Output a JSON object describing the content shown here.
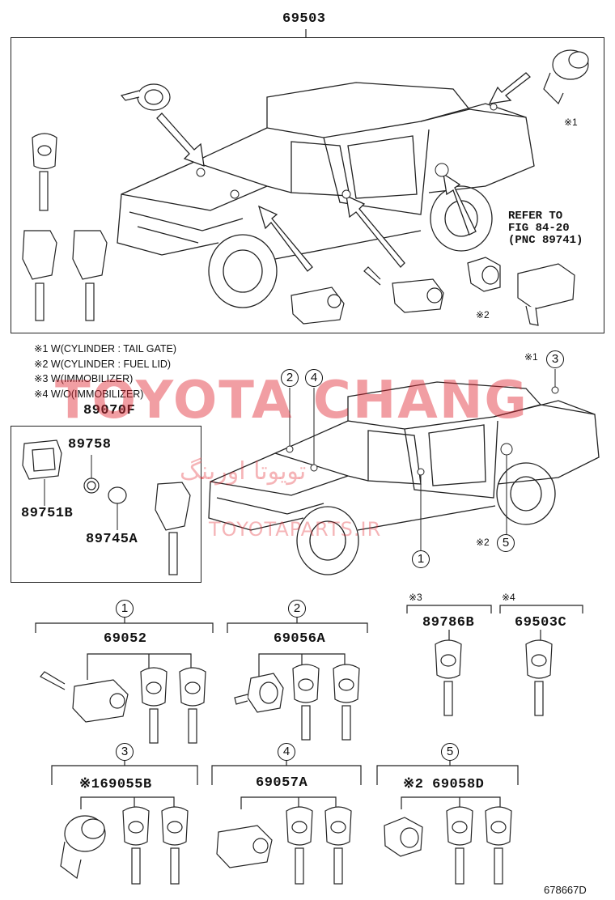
{
  "diagram": {
    "top_part": "69503",
    "refer": {
      "line1": "REFER TO",
      "line2": "FIG 84-20",
      "line3": "(PNC 89741)"
    },
    "mark1": "※1",
    "mark2": "※2",
    "notes": [
      "※1 W(CYLINDER : TAIL GATE)",
      "※2 W(CYLINDER : FUEL LID)",
      "※3 W(IMMOBILIZER)",
      "※4 W/O(IMMOBILIZER)"
    ],
    "key_kit": {
      "title": "89070F",
      "p1": "89758",
      "p2": "89751B",
      "p3": "89745A"
    },
    "callouts": {
      "c1": "1",
      "c2": "2",
      "c3": "3",
      "c4": "4",
      "c5": "5"
    },
    "groups": [
      {
        "num": "1",
        "part": "69052"
      },
      {
        "num": "2",
        "part": "69056A"
      },
      {
        "mark": "※3",
        "part": "89786B"
      },
      {
        "mark": "※4",
        "part": "69503C"
      },
      {
        "num": "3",
        "part": "※169055B"
      },
      {
        "num": "4",
        "part": "69057A"
      },
      {
        "num": "5",
        "part": "※2 69058D"
      }
    ],
    "figure_id": "678667D"
  },
  "watermark": {
    "line1": "TOYOTA CHANG",
    "line2": "تویوتا اورینگ",
    "line3": "TOYOTAPARTS.IR"
  }
}
